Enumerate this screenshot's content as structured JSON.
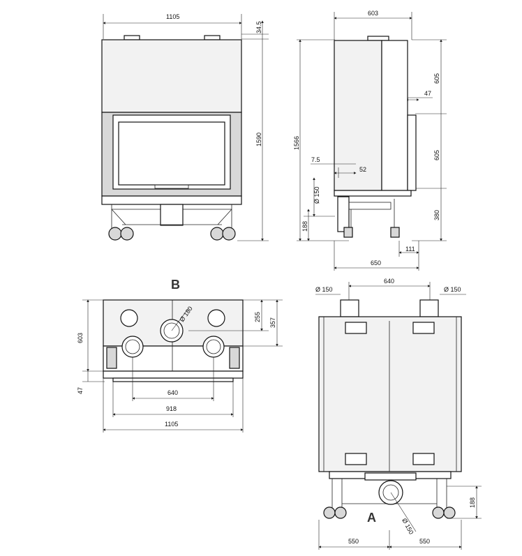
{
  "views": {
    "front": {
      "width_label": "1105",
      "top_offset_label": "34.5",
      "height_label": "1590"
    },
    "side": {
      "depth_label": "603",
      "height_label": "1566",
      "upper_label": "605",
      "middle_label": "605",
      "lower_label": "380",
      "recess_label": "47",
      "left_offset_label": "7.5",
      "inner_offset_label": "52",
      "diameter_label": "Ø 150",
      "low_label": "188",
      "foot_label": "111",
      "base_label": "650"
    },
    "top": {
      "view_letter": "B",
      "dia_label": "Ø 180",
      "depth_label": "603",
      "right_label_1": "255",
      "right_label_2": "357",
      "front_label": "47",
      "spacing_label": "640",
      "inner_width_label": "918",
      "width_label": "1105"
    },
    "rear": {
      "top_spacing_label": "640",
      "left_dia_label": "Ø 150",
      "right_dia_label": "Ø 150",
      "view_letter": "A",
      "bottom_dia_label": "Ø 150",
      "low_label": "188",
      "left_half_label": "550",
      "right_half_label": "550"
    }
  }
}
